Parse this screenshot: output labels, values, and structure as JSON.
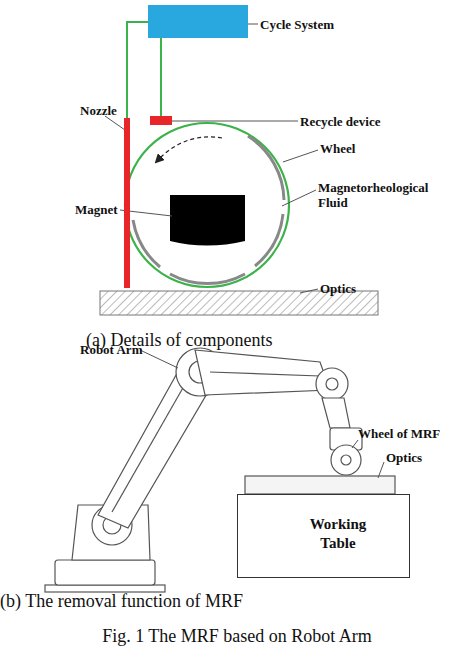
{
  "diagram": {
    "caption": "Fig. 1 The MRF based on Robot Arm",
    "nodes": [
      {
        "text": [
          "Cycle System"
        ]
      },
      {
        "text": [
          "Nozzle"
        ]
      },
      {
        "text": [
          "Recycle device"
        ]
      },
      {
        "text": [
          "Working Table"
        ]
      }
    ],
    "edges": [
      {
        "from": 0,
        "to": 1,
        "arrow": "none"
      },
      {
        "from": 0,
        "to": 2,
        "arrow": "none"
      }
    ],
    "labels": [
      "Wheel",
      "Magnetorheological Fluid",
      "Magnet",
      "Optics",
      "(a) Details of components",
      "Robot Arm",
      "Wheel of MRF",
      "Optics",
      "(b) The removal function of MRF"
    ]
  }
}
